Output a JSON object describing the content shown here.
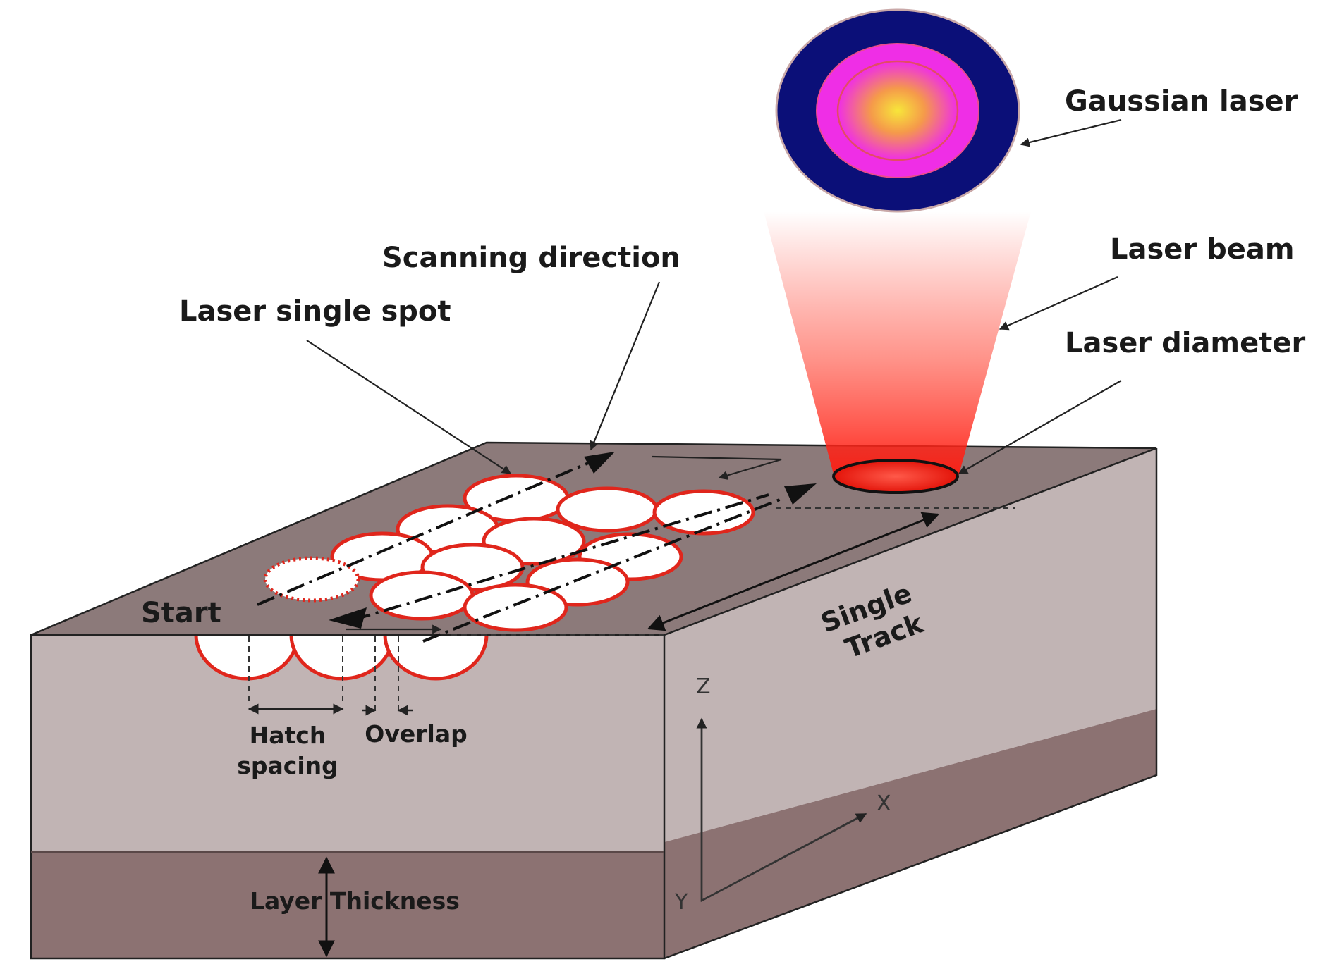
{
  "labels": {
    "gaussian_laser": "Gaussian laser",
    "laser_beam": "Laser beam",
    "laser_diameter": "Laser diameter",
    "scanning_direction": "Scanning direction",
    "laser_single_spot": "Laser single spot",
    "start": "Start",
    "single_track_line1": "Single",
    "single_track_line2": "Track",
    "hatch_line1": "Hatch",
    "hatch_line2": "spacing",
    "overlap": "Overlap",
    "layer_thickness": "Layer Thickness"
  },
  "axes": {
    "z": "Z",
    "x": "X",
    "y": "Y"
  },
  "colors": {
    "top_face": "#8c7a7a",
    "front_upper": "#c1b4b4",
    "front_lower": "#8c7272",
    "spot_outline": "#e0261c",
    "beam": "#ff2a1a",
    "gaussian_outer": "#0b0f78",
    "gaussian_mid": "#ef2ee6",
    "gaussian_core": "#f7e63a"
  }
}
